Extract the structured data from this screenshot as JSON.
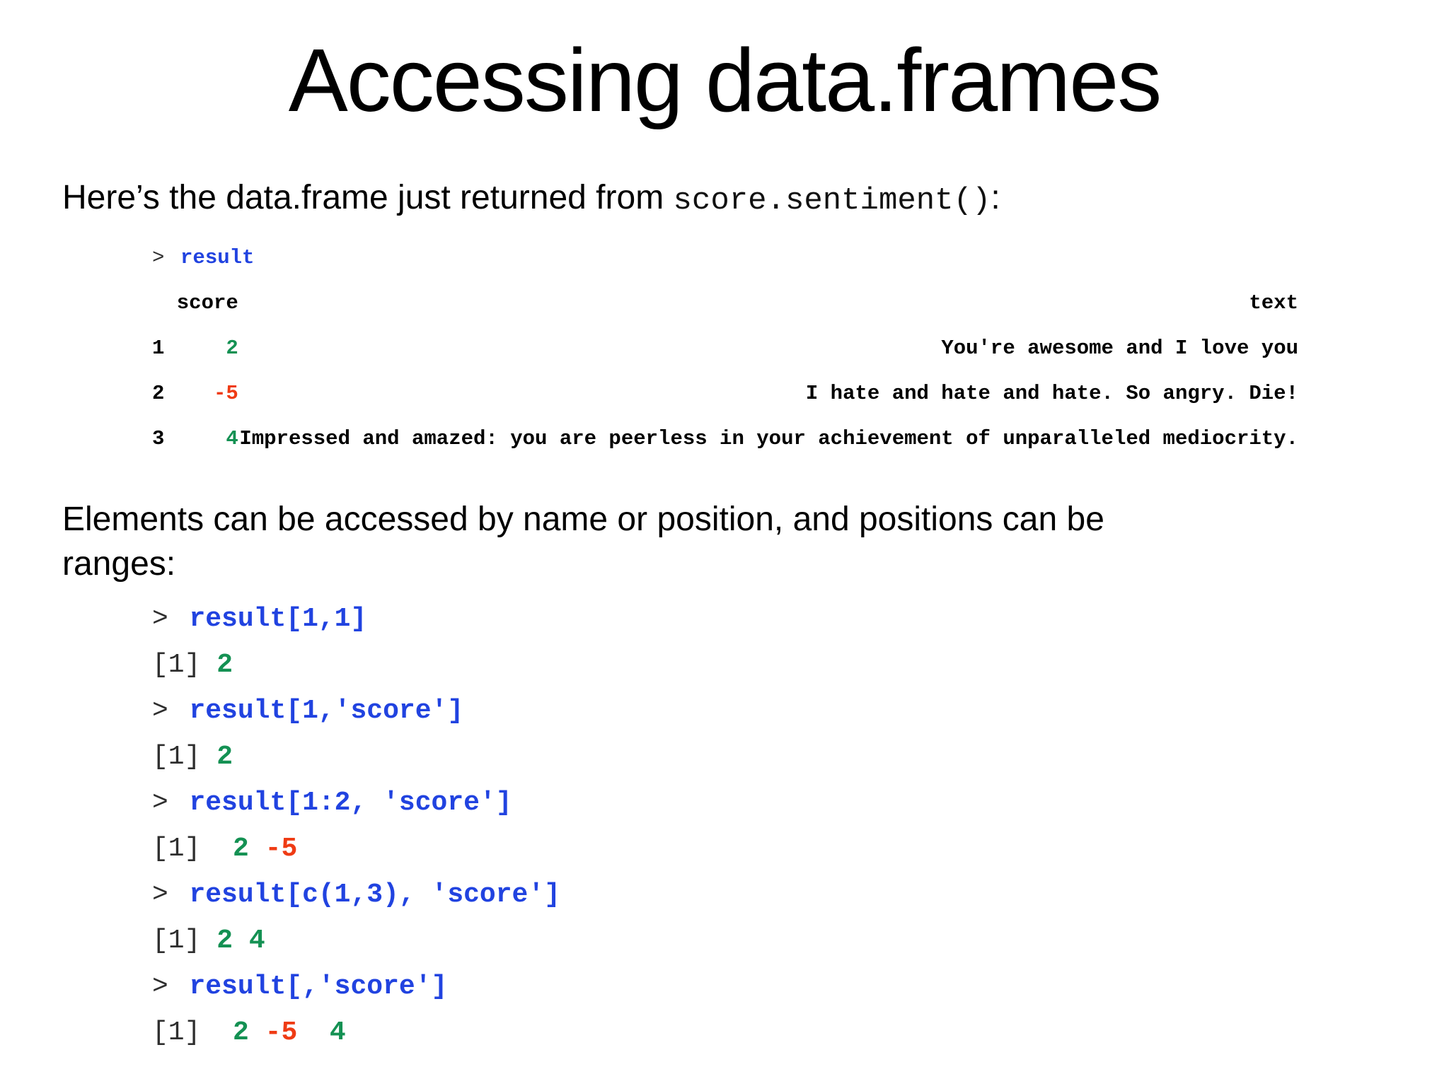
{
  "title": "Accessing data.frames",
  "intro": {
    "prefix": "Here’s the data.frame just returned from ",
    "inline_code": "score.sentiment()",
    "suffix": ":"
  },
  "section_heading": {
    "line1": "Elements can be accessed by name or position, and positions can be",
    "line2": "ranges:"
  },
  "console1": {
    "prompt": ">",
    "command": "result",
    "dataframe": {
      "score_header": "score",
      "text_header": "text",
      "rows": [
        {
          "index": "1",
          "score": "2",
          "score_color": "green",
          "text": "You're awesome and I love you"
        },
        {
          "index": "2",
          "score": "-5",
          "score_color": "red",
          "text": "I hate and hate and hate. So angry. Die!"
        },
        {
          "index": "3",
          "score": "4",
          "score_color": "green",
          "text": "Impressed and amazed: you are peerless in your achievement of unparalleled mediocrity."
        }
      ]
    }
  },
  "console2": {
    "lines": [
      {
        "type": "input",
        "prompt": ">",
        "code": "result[1,1]"
      },
      {
        "type": "output",
        "prefix": "[1]",
        "values": [
          {
            "text": " 2",
            "color": "green"
          }
        ]
      },
      {
        "type": "input",
        "prompt": ">",
        "code": "result[1,'score']"
      },
      {
        "type": "output",
        "prefix": "[1]",
        "values": [
          {
            "text": " 2",
            "color": "green"
          }
        ]
      },
      {
        "type": "input",
        "prompt": ">",
        "code": "result[1:2, 'score']"
      },
      {
        "type": "output",
        "prefix": "[1]",
        "values": [
          {
            "text": "  2",
            "color": "green"
          },
          {
            "text": " -5",
            "color": "red"
          }
        ]
      },
      {
        "type": "input",
        "prompt": ">",
        "code": "result[c(1,3), 'score']"
      },
      {
        "type": "output",
        "prefix": "[1]",
        "values": [
          {
            "text": " 2",
            "color": "green"
          },
          {
            "text": " 4",
            "color": "green"
          }
        ]
      },
      {
        "type": "input",
        "prompt": ">",
        "code": "result[,'score']"
      },
      {
        "type": "output",
        "prefix": "[1]",
        "values": [
          {
            "text": "  2",
            "color": "green"
          },
          {
            "text": " -5",
            "color": "red"
          },
          {
            "text": "  4",
            "color": "green"
          }
        ]
      }
    ]
  },
  "colors": {
    "code_blue": "#2143E0",
    "positive_green": "#149153",
    "negative_red": "#EF3B14",
    "prompt_gray": "#2E2E2E"
  }
}
